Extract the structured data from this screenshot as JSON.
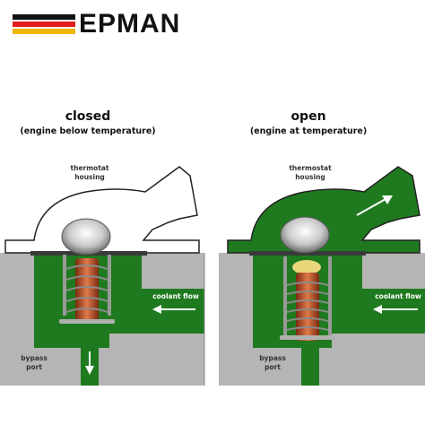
{
  "brand": {
    "name": "EPMAN",
    "stripe_colors": [
      "#111111",
      "#e11d1d",
      "#f2b705"
    ]
  },
  "panels": {
    "closed": {
      "title": "closed",
      "subtitle": "(engine below temperature)",
      "housing_label_1": "thermotat",
      "housing_label_2": "housing",
      "flow_label": "coolant flow",
      "bypass_label_1": "bypass",
      "bypass_label_2": "port"
    },
    "open": {
      "title": "open",
      "subtitle": "(engine at temperature)",
      "housing_label_1": "thermostat",
      "housing_label_2": "housing",
      "flow_label": "coolant flow",
      "bypass_label_1": "bypass",
      "bypass_label_2": "port"
    }
  },
  "colors": {
    "coolant": "#1f7a1f",
    "block": "#b5b5b5",
    "spring": "#c0522e",
    "wax": "#e8d77a"
  }
}
